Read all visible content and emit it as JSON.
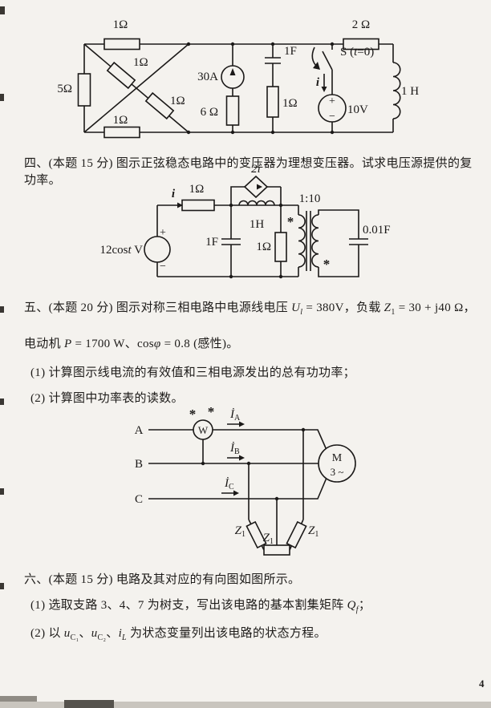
{
  "page": {
    "number": "4"
  },
  "c1": {
    "r_top": "1Ω",
    "r_diag1": "1Ω",
    "r_diag2": "1Ω",
    "r_left": "5Ω",
    "r_bottom": "1Ω",
    "i_src": "30A",
    "r_mid": "6 Ω",
    "cap": "1F",
    "r_cap": "1Ω",
    "r_right": "2 Ω",
    "sw_a": "S (",
    "sw_t": "t",
    "sw_b": "=0)",
    "cur": "i",
    "plus": "+",
    "v_src": "10V",
    "minus": "−",
    "ind": "1 H"
  },
  "sec4": {
    "text": "四、(本题 15 分) 图示正弦稳态电路中的变压器为理想变压器。试求电压源提供的复功率。"
  },
  "c2": {
    "cur": "i",
    "r1": "1Ω",
    "dep": "2i",
    "ind": "1H",
    "src_a": "12cos",
    "src_t": "t",
    "src_b": " V",
    "plus": "+",
    "minus": "−",
    "cap1": "1F",
    "r2": "1Ω",
    "ratio": "1:10",
    "dot1": "*",
    "dot2": "*",
    "cap2": "0.01F"
  },
  "sec5": {
    "line1": [
      {
        "t": "五、(本题 20 分) 图示对称三相电路中电源线电压 "
      },
      {
        "t": "U",
        "i": true
      },
      {
        "t": "l",
        "sub": true,
        "i": true
      },
      {
        "t": " = 380V，负载 "
      },
      {
        "t": "Z",
        "i": true
      },
      {
        "t": "1",
        "sub": true
      },
      {
        "t": " = 30 + j40 Ω，"
      }
    ],
    "line2": [
      {
        "t": "电动机 "
      },
      {
        "t": "P",
        "i": true
      },
      {
        "t": " = 1700 W、cos"
      },
      {
        "t": "φ",
        "i": true
      },
      {
        "t": " = 0.8 (感性)。"
      }
    ],
    "item1": "(1) 计算图示线电流的有效值和三相电源发出的总有功功率；",
    "item2": "(2) 计算图中功率表的读数。"
  },
  "c3": {
    "phaseA": "A",
    "phaseB": "B",
    "phaseC": "C",
    "watt": "W",
    "star1": "*",
    "star2": "*",
    "iA": "İ",
    "iA_sub": "A",
    "iB": "İ",
    "iB_sub": "B",
    "iC": "İ",
    "iC_sub": "C",
    "motor_m": "M",
    "motor_3": "3 ~",
    "z": "Z",
    "z_sub": "1"
  },
  "sec6": {
    "line1": "六、(本题 15 分) 电路及其对应的有向图如图所示。",
    "item1": [
      {
        "t": "(1) 选取支路 3、4、7 为树支，写出该电路的基本割集矩阵 "
      },
      {
        "t": "Q",
        "i": true
      },
      {
        "t": "f",
        "sub": true,
        "i": true
      },
      {
        "t": "；"
      }
    ],
    "item2": [
      {
        "t": "(2) 以 "
      },
      {
        "t": "u",
        "i": true
      },
      {
        "t": "C₁",
        "sub": true
      },
      {
        "t": "、",
        "i": false
      },
      {
        "t": "u",
        "i": true
      },
      {
        "t": "C₂",
        "sub": true
      },
      {
        "t": "、",
        "i": false
      },
      {
        "t": "i",
        "i": true
      },
      {
        "t": "L",
        "sub": true,
        "i": true
      },
      {
        "t": " 为状态变量列出该电路的状态方程。"
      }
    ]
  }
}
